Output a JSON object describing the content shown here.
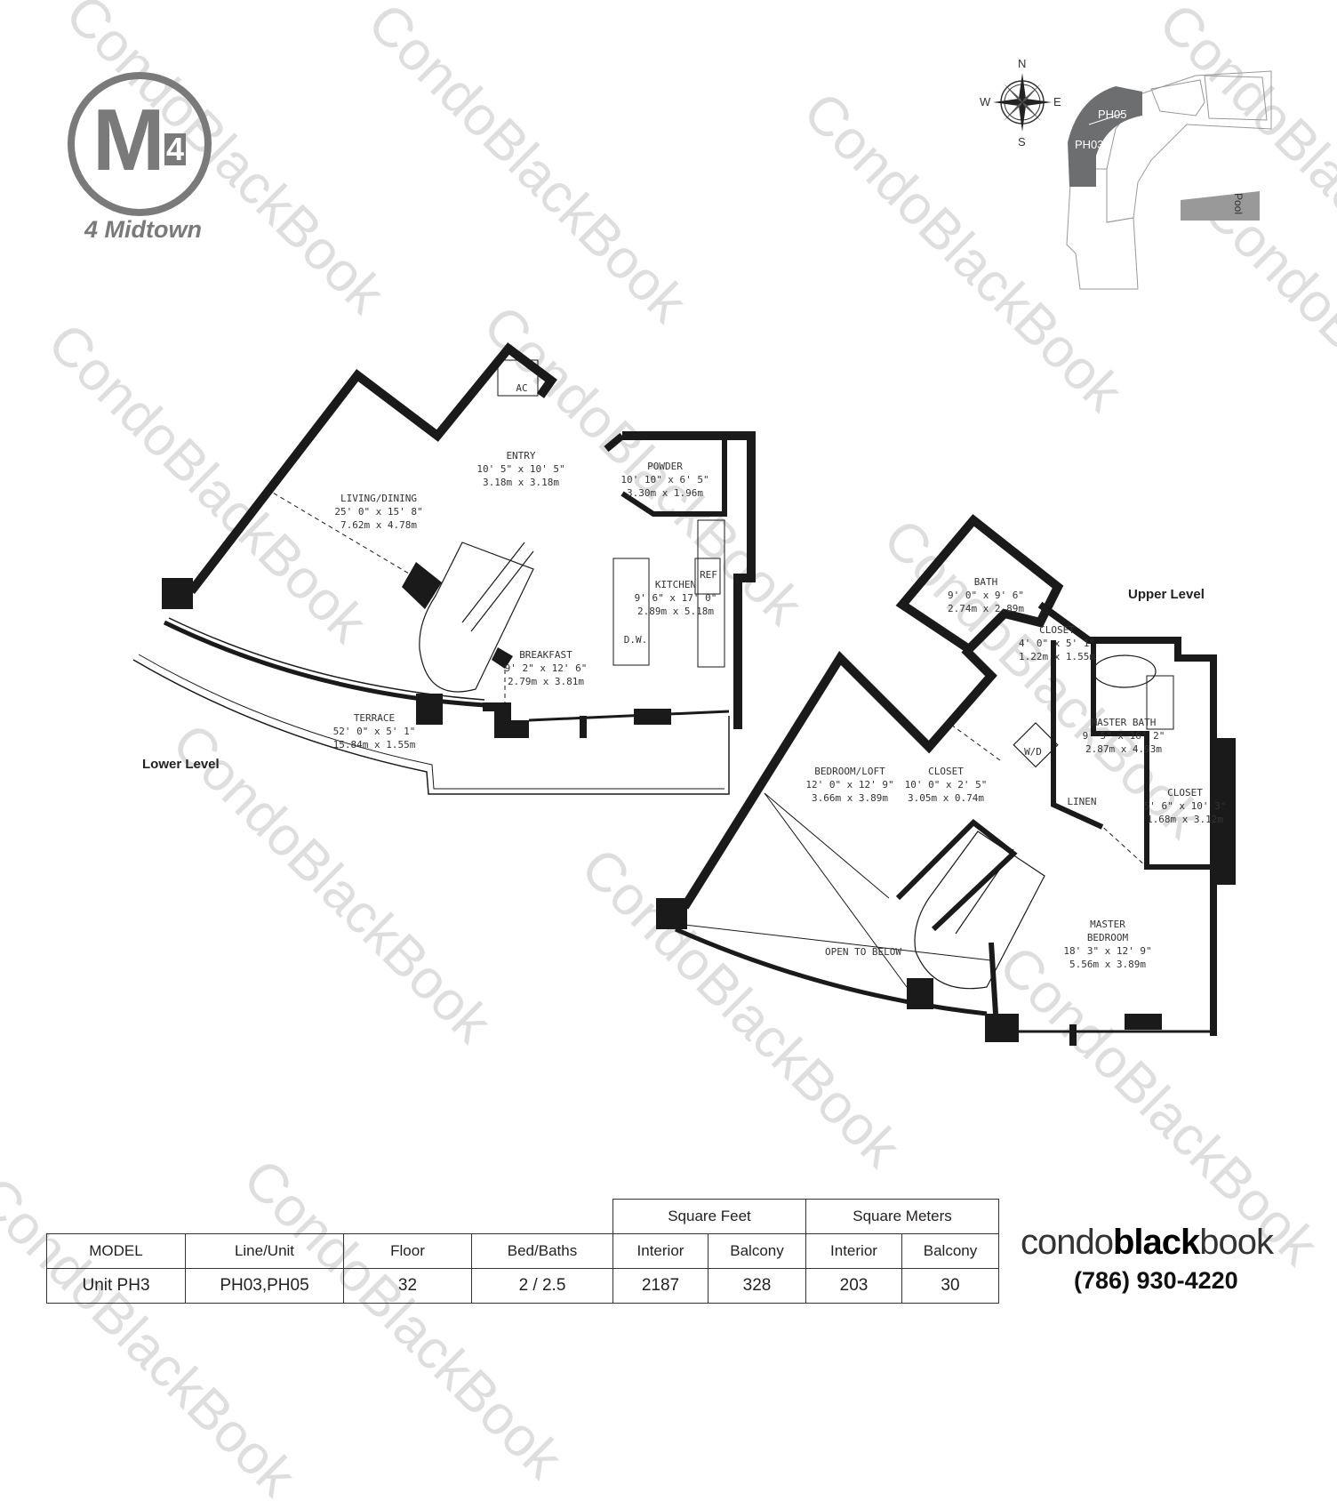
{
  "brand": {
    "logo_letters": "M",
    "logo_number": "4",
    "building_name": "4 Midtown"
  },
  "compass": {
    "n": "N",
    "s": "S",
    "e": "E",
    "w": "W",
    "icon": "compass-rose-icon"
  },
  "keyplan": {
    "units": [
      "PH05",
      "PH03"
    ],
    "pool_label": "Pool",
    "highlight_color": "#6d6e70"
  },
  "levels": {
    "lower": "Lower Level",
    "upper": "Upper Level"
  },
  "rooms": {
    "entry": {
      "name": "ENTRY",
      "imperial": "10' 5\" x 10' 5\"",
      "metric": "3.18m x 3.18m"
    },
    "powder": {
      "name": "POWDER",
      "imperial": "10' 10\" x 6' 5\"",
      "metric": "3.30m x 1.96m"
    },
    "living": {
      "name": "LIVING/DINING",
      "imperial": "25' 0\" x 15' 8\"",
      "metric": "7.62m x 4.78m"
    },
    "kitchen": {
      "name": "KITCHEN",
      "imperial": "9' 6\" x 17' 0\"",
      "metric": "2.89m x 5.18m"
    },
    "breakfast": {
      "name": "BREAKFAST",
      "imperial": "9' 2\" x 12' 6\"",
      "metric": "2.79m x 3.81m"
    },
    "terrace": {
      "name": "TERRACE",
      "imperial": "52' 0\" x 5' 1\"",
      "metric": "15.84m x 1.55m"
    },
    "bath": {
      "name": "BATH",
      "imperial": "9' 0\" x 9' 6\"",
      "metric": "2.74m x 2.89m"
    },
    "closet1": {
      "name": "CLOSET",
      "imperial": "4' 0\" x 5' 1\"",
      "metric": "1.22m x 1.55m"
    },
    "master_bath": {
      "name": "MASTER BATH",
      "imperial": "9' 5\" x 16' 2\"",
      "metric": "2.87m x 4.93m"
    },
    "bedroom_loft": {
      "name": "BEDROOM/LOFT",
      "imperial": "12' 0\" x 12' 9\"",
      "metric": "3.66m x 3.89m"
    },
    "closet2": {
      "name": "CLOSET",
      "imperial": "10' 0\" x 2' 5\"",
      "metric": "3.05m x 0.74m"
    },
    "closet3": {
      "name": "CLOSET",
      "imperial": "5' 6\" x 10' 3\"",
      "metric": "1.68m x 3.12m"
    },
    "master_bedroom": {
      "name": "MASTER",
      "name2": "BEDROOM",
      "imperial": "18' 3\" x 12' 9\"",
      "metric": "5.56m x 3.89m"
    }
  },
  "fixtures": {
    "ac": "AC",
    "ref": "REF",
    "dw": "D.W.",
    "wd": "W/D",
    "linen": "LINEN",
    "open_below": "OPEN TO BELOW"
  },
  "table": {
    "group_headers": [
      "Square Feet",
      "Square Meters"
    ],
    "headers": [
      "MODEL",
      "Line/Unit",
      "Floor",
      "Bed/Baths",
      "Interior",
      "Balcony",
      "Interior",
      "Balcony"
    ],
    "row": [
      "Unit PH3",
      "PH03,PH05",
      "32",
      "2 / 2.5",
      "2187",
      "328",
      "203",
      "30"
    ]
  },
  "footer": {
    "brand_light": "condo",
    "brand_bold": "black",
    "brand_light2": "book",
    "phone": "(786) 930-4220"
  },
  "watermark": "CondoBlackBook"
}
